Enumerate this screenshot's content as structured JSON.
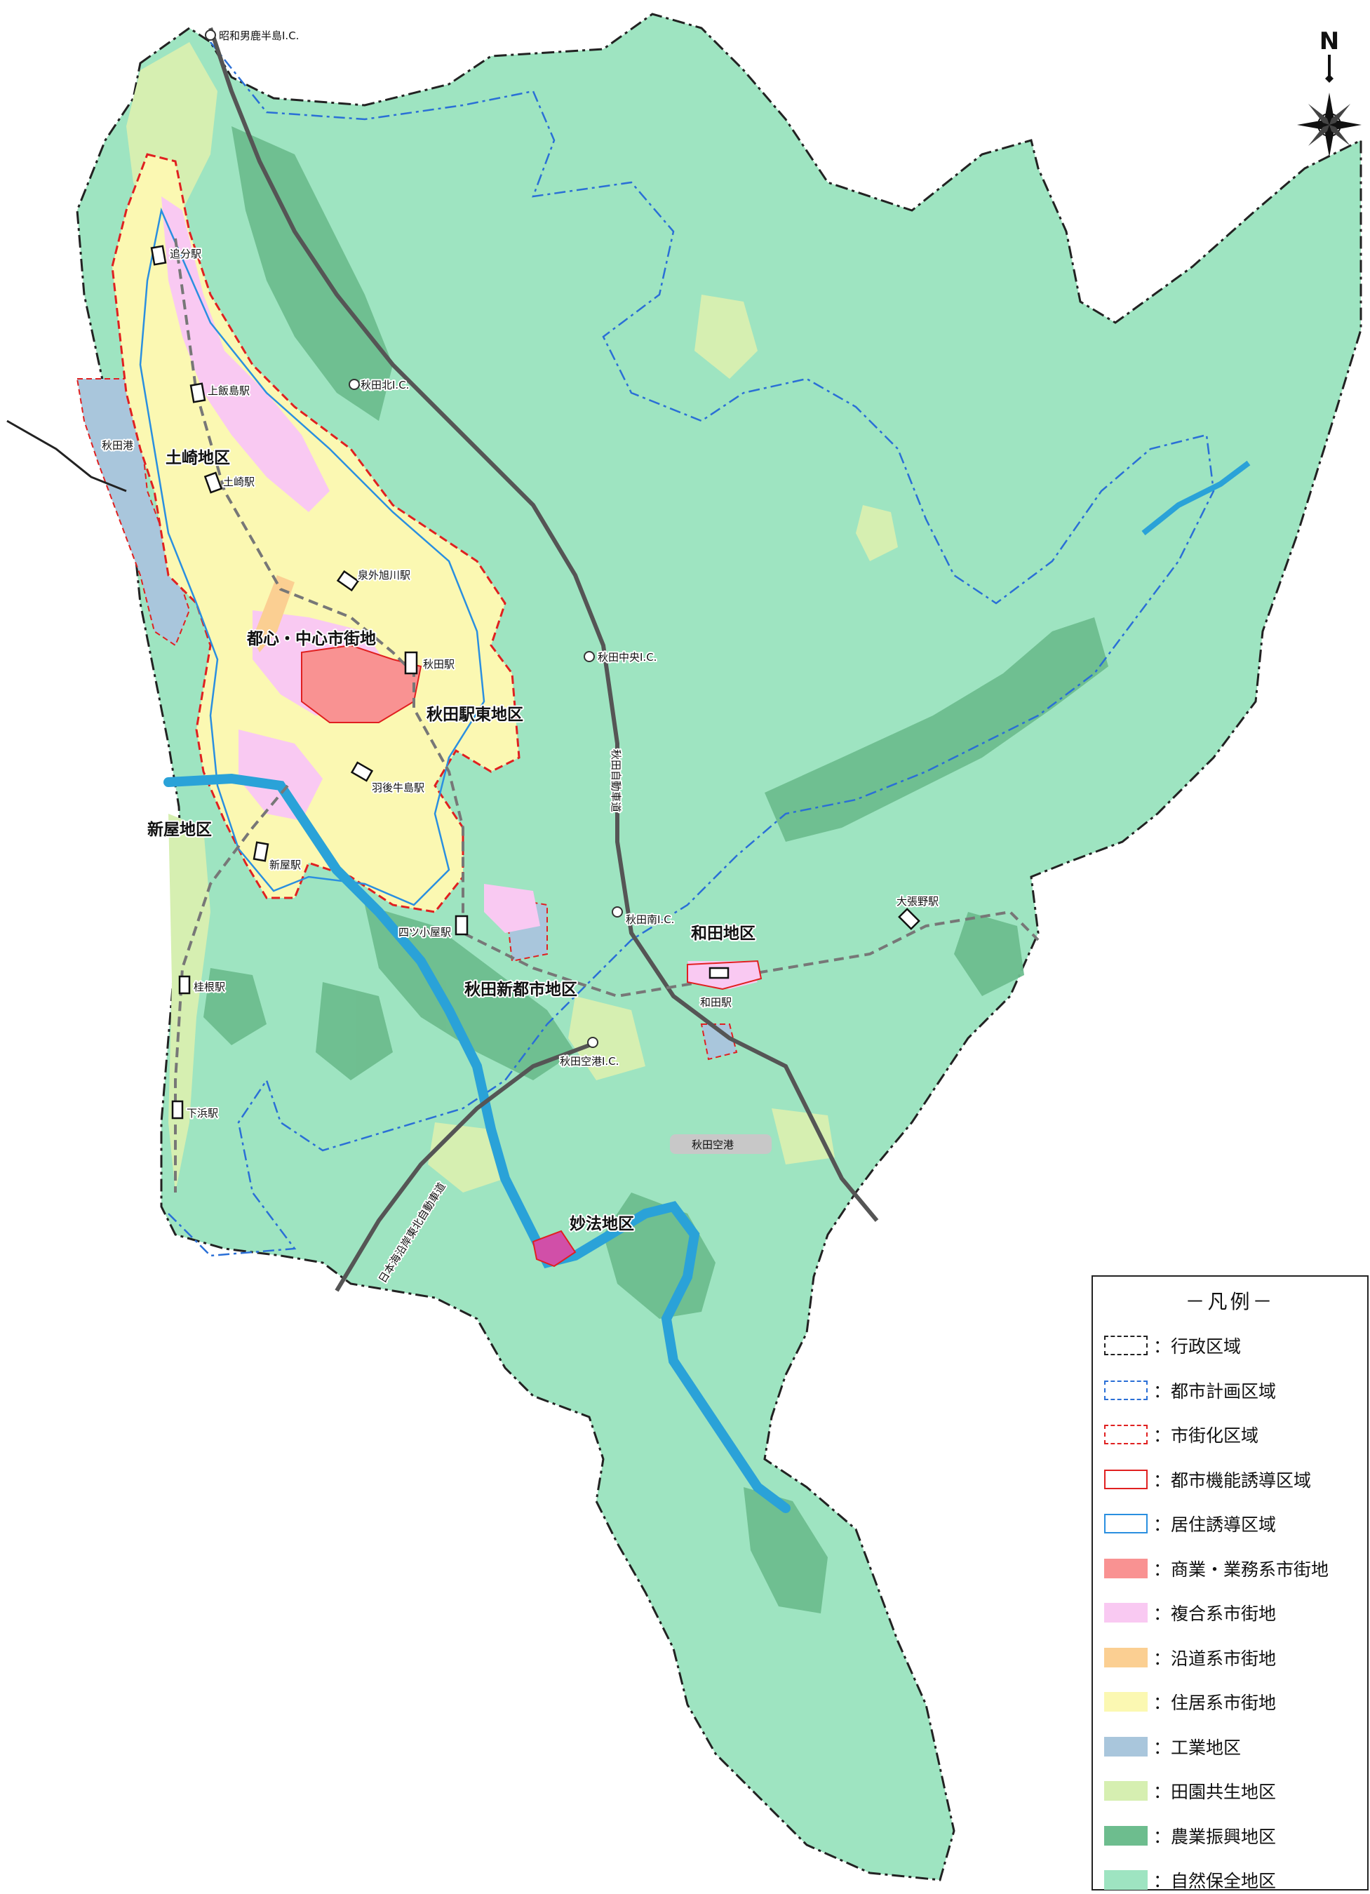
{
  "compass": {
    "label": "N",
    "icon": "compass-rose-icon"
  },
  "legend": {
    "title": "－凡例－",
    "items": [
      {
        "id": "admin",
        "label": "：行政区域",
        "style": "dashdot-line",
        "color": "#222222"
      },
      {
        "id": "city-plan",
        "label": "：都市計画区域",
        "style": "dashdot-line",
        "color": "#2a6fd6"
      },
      {
        "id": "urbanization",
        "label": "：市街化区域",
        "style": "dashed-line",
        "color": "#e02020"
      },
      {
        "id": "function",
        "label": "：都市機能誘導区域",
        "style": "solid-line",
        "color": "#e02020"
      },
      {
        "id": "residence",
        "label": "：居住誘導区域",
        "style": "solid-line",
        "color": "#2a8fe0"
      },
      {
        "id": "commercial",
        "label": "：商業・業務系市街地",
        "style": "fill",
        "color": "#f99292"
      },
      {
        "id": "mixed",
        "label": "：複合系市街地",
        "style": "fill",
        "color": "#f9c9f2"
      },
      {
        "id": "roadside",
        "label": "：沿道系市街地",
        "style": "fill",
        "color": "#fbcf92"
      },
      {
        "id": "residential",
        "label": "：住居系市街地",
        "style": "fill",
        "color": "#fbf8b2"
      },
      {
        "id": "industrial",
        "label": "：工業地区",
        "style": "fill",
        "color": "#a9c6dc"
      },
      {
        "id": "rural",
        "label": "：田園共生地区",
        "style": "fill",
        "color": "#d6efb1"
      },
      {
        "id": "agriculture",
        "label": "：農業振興地区",
        "style": "fill",
        "color": "#6dbd8e"
      },
      {
        "id": "nature",
        "label": "：自然保全地区",
        "style": "fill",
        "color": "#9ee4c1"
      }
    ]
  },
  "places": {
    "showa_ic": "昭和男鹿半島I.C.",
    "oiwake_st": "追分駅",
    "kamiiijima_st": "上飯島駅",
    "akita_port": "秋田港",
    "tsuchizaki_district": "土崎地区",
    "tsuchizaki_st": "土崎駅",
    "akitakita_ic": "秋田北I.C.",
    "sengaisen_st": "泉外旭川駅",
    "toshin_district": "都心・中心市街地",
    "akita_st": "秋田駅",
    "akitachuo_ic": "秋田中央I.C.",
    "akita_east_district": "秋田駅東地区",
    "ugo_ushijima_st": "羽後牛島駅",
    "akita_expressway": "秋田自動車道",
    "araya_district": "新屋地区",
    "araya_st": "新屋駅",
    "yotsugoya_st": "四ツ小屋駅",
    "akitaminami_ic": "秋田南I.C.",
    "wada_district": "和田地区",
    "obarino_st": "大張野駅",
    "shintoshin_district": "秋田新都市地区",
    "wada_st": "和田駅",
    "katsurane_st": "桂根駅",
    "akita_airport_ic": "秋田空港I.C.",
    "shimohama_st": "下浜駅",
    "akita_airport": "秋田空港",
    "nihonkai_expressway": "日本海沿岸東北自動車道",
    "myoho_district": "妙法地区"
  }
}
